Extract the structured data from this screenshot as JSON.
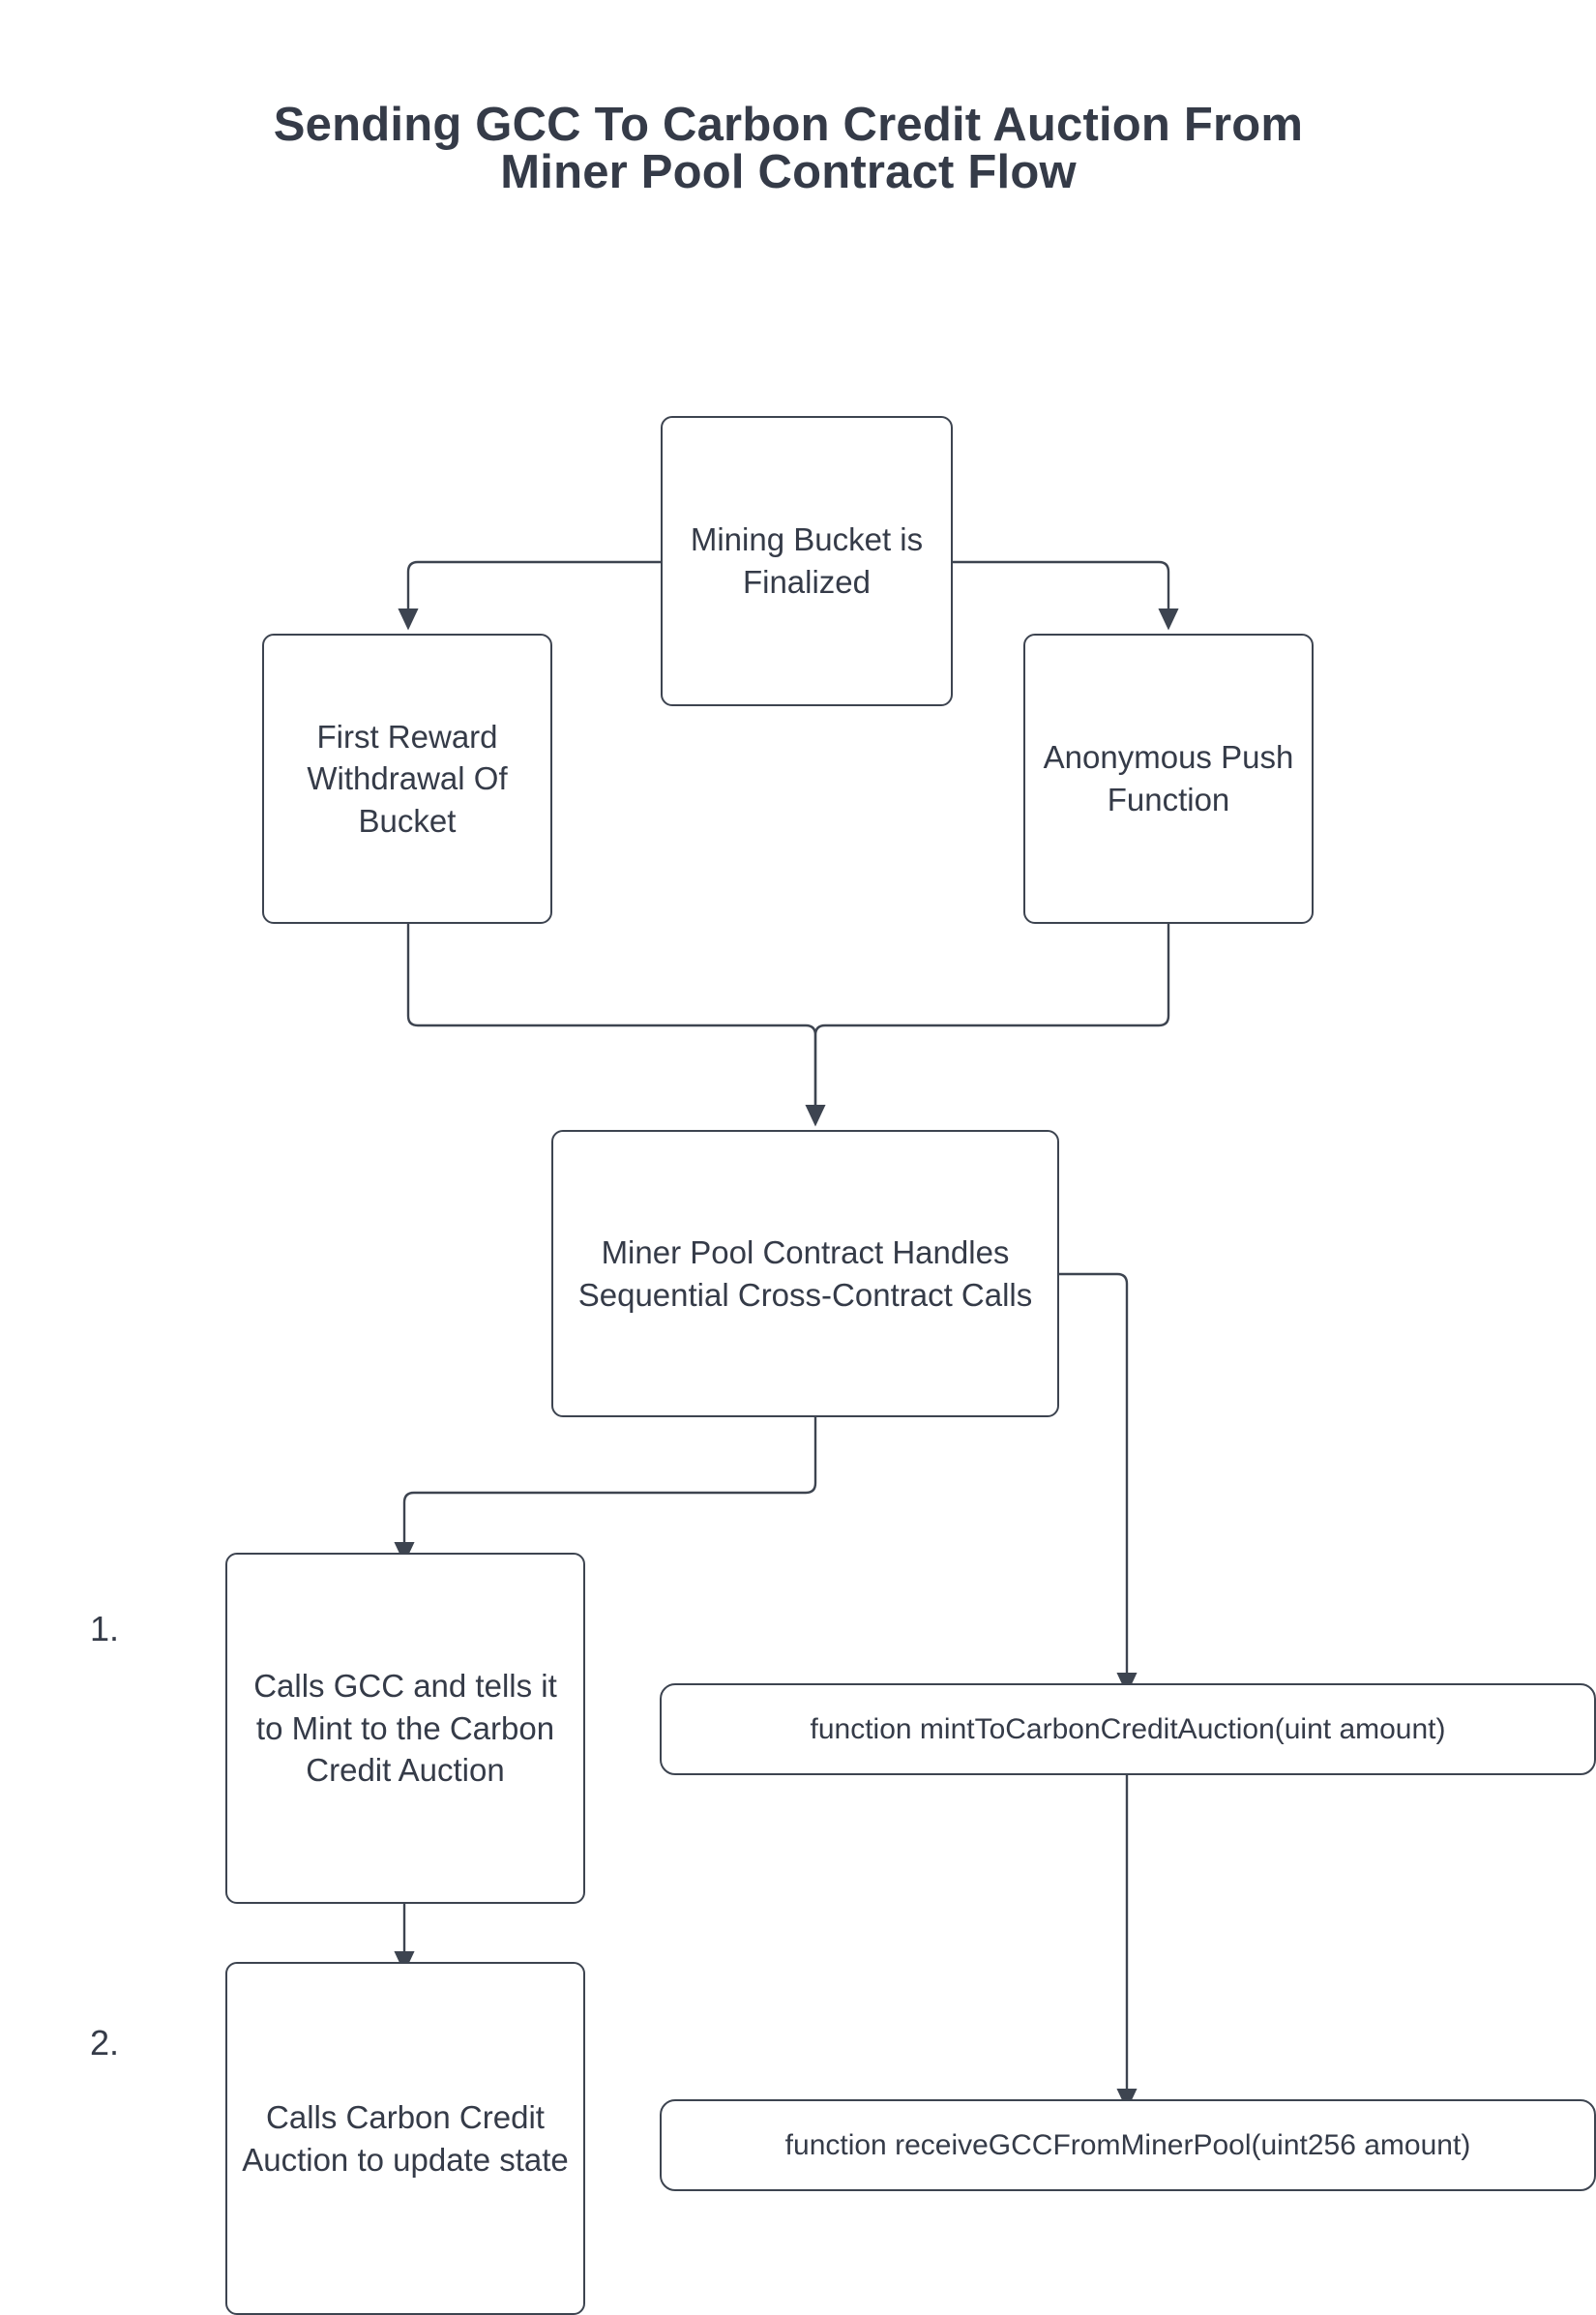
{
  "title": "Sending GCC To Carbon Credit Auction From Miner Pool Contract Flow",
  "colors": {
    "stroke": "#3d4450",
    "text": "#353b48",
    "background": "#ffffff"
  },
  "nodes": {
    "mining_bucket": "Mining Bucket is Finalized",
    "first_reward": "First Reward Withdrawal Of Bucket",
    "anonymous_push": "Anonymous Push Function",
    "miner_pool": "Miner Pool Contract Handles Sequential Cross-Contract Calls",
    "calls_gcc": "Calls GCC and tells it to Mint to the Carbon Credit Auction",
    "calls_auction": "Calls Carbon Credit Auction to update state",
    "mint_function": "function mintToCarbonCreditAuction(uint amount)",
    "receive_function": "function receiveGCCFromMinerPool(uint256 amount)"
  },
  "step_labels": {
    "one": "1.",
    "two": "2."
  }
}
